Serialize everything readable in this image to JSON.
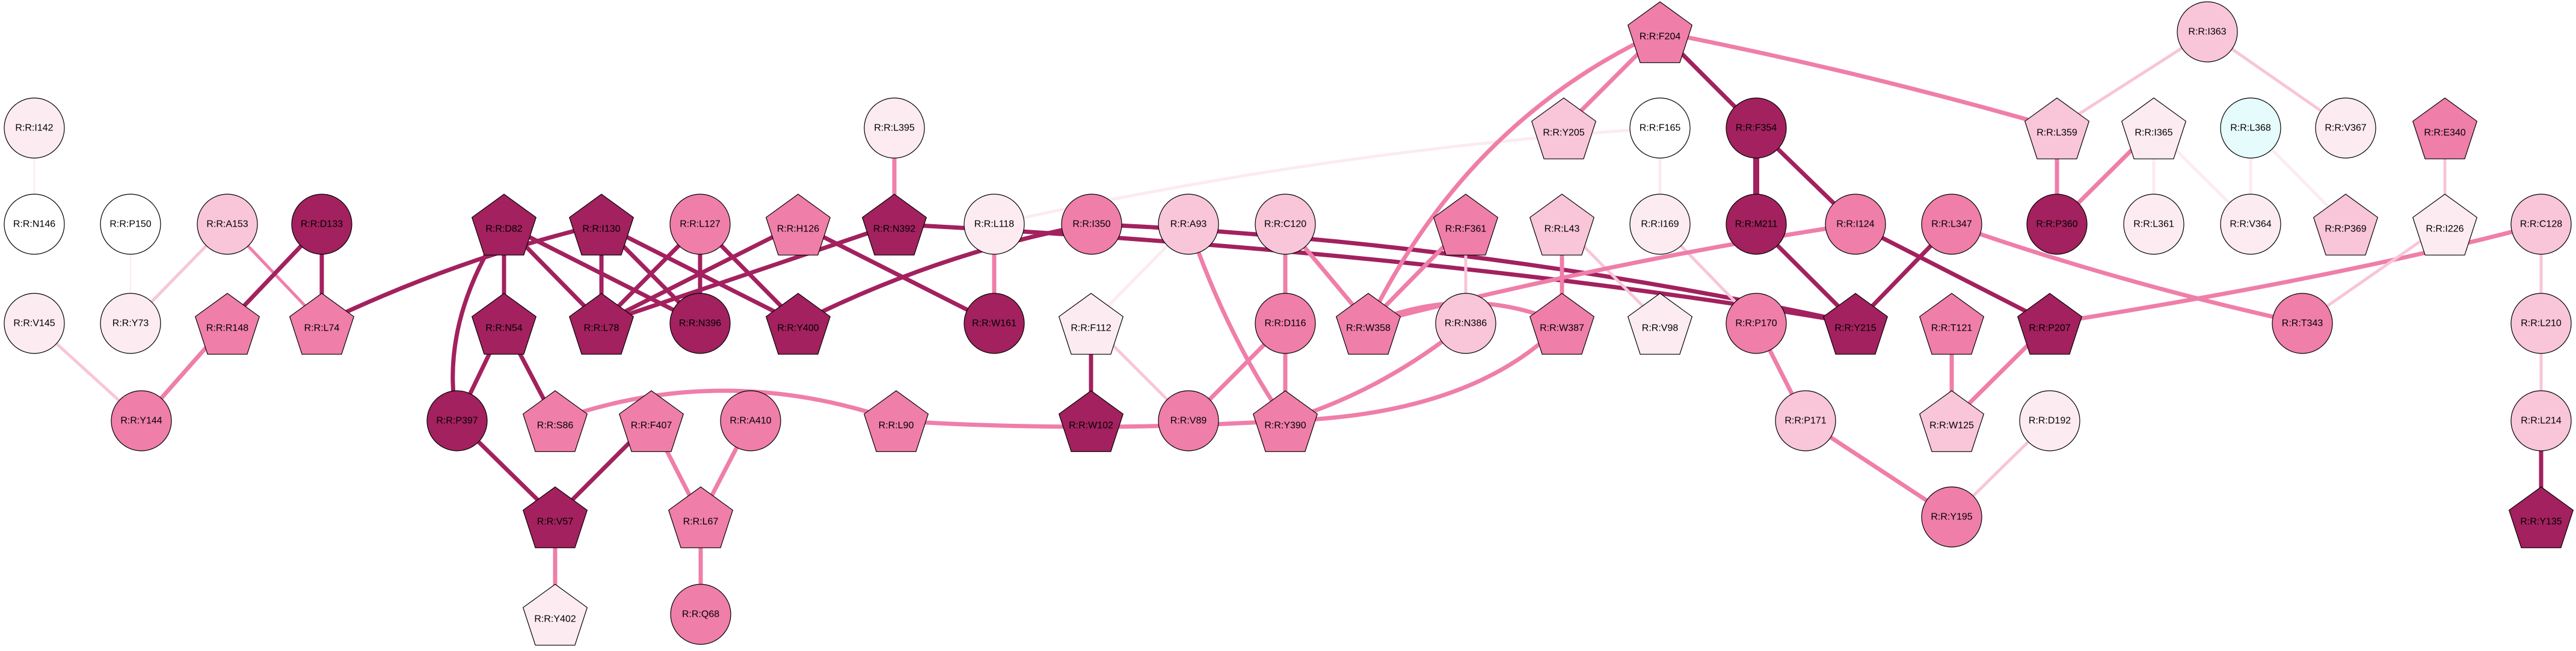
{
  "colors": {
    "dark": "#a2215e",
    "medium": "#ef7ea9",
    "light": "#f8c5d9",
    "pale": "#fcebf1",
    "white": "#ffffff",
    "cyan": "#e6fbfb"
  },
  "nodes": [
    {
      "id": "I142",
      "label": "R:R:I142",
      "shape": "circle",
      "color": "pale"
    },
    {
      "id": "N146",
      "label": "R:R:N146",
      "shape": "circle",
      "color": "white"
    },
    {
      "id": "V145",
      "label": "R:R:V145",
      "shape": "circle",
      "color": "pale"
    },
    {
      "id": "Y144",
      "label": "R:R:Y144",
      "shape": "circle",
      "color": "medium"
    },
    {
      "id": "P150",
      "label": "R:R:P150",
      "shape": "circle",
      "color": "white"
    },
    {
      "id": "Y73",
      "label": "R:R:Y73",
      "shape": "circle",
      "color": "pale"
    },
    {
      "id": "A153",
      "label": "R:R:A153",
      "shape": "circle",
      "color": "light"
    },
    {
      "id": "D133",
      "label": "R:R:D133",
      "shape": "circle",
      "color": "dark"
    },
    {
      "id": "R148",
      "label": "R:R:R148",
      "shape": "pentagon",
      "color": "medium"
    },
    {
      "id": "L74",
      "label": "R:R:L74",
      "shape": "pentagon",
      "color": "medium"
    },
    {
      "id": "D82",
      "label": "R:R:D82",
      "shape": "pentagon",
      "color": "dark"
    },
    {
      "id": "I130",
      "label": "R:R:I130",
      "shape": "pentagon",
      "color": "dark"
    },
    {
      "id": "L127",
      "label": "R:R:L127",
      "shape": "circle",
      "color": "medium"
    },
    {
      "id": "H126",
      "label": "R:R:H126",
      "shape": "pentagon",
      "color": "medium"
    },
    {
      "id": "N54",
      "label": "R:R:N54",
      "shape": "pentagon",
      "color": "dark"
    },
    {
      "id": "L78",
      "label": "R:R:L78",
      "shape": "pentagon",
      "color": "dark"
    },
    {
      "id": "N396",
      "label": "R:R:N396",
      "shape": "circle",
      "color": "dark"
    },
    {
      "id": "Y400",
      "label": "R:R:Y400",
      "shape": "pentagon",
      "color": "dark"
    },
    {
      "id": "P397",
      "label": "R:R:P397",
      "shape": "circle",
      "color": "dark"
    },
    {
      "id": "S86",
      "label": "R:R:S86",
      "shape": "pentagon",
      "color": "medium"
    },
    {
      "id": "F407",
      "label": "R:R:F407",
      "shape": "pentagon",
      "color": "medium"
    },
    {
      "id": "A410",
      "label": "R:R:A410",
      "shape": "circle",
      "color": "medium"
    },
    {
      "id": "V57",
      "label": "R:R:V57",
      "shape": "pentagon",
      "color": "dark"
    },
    {
      "id": "L67",
      "label": "R:R:L67",
      "shape": "pentagon",
      "color": "medium"
    },
    {
      "id": "Y402",
      "label": "R:R:Y402",
      "shape": "pentagon",
      "color": "pale"
    },
    {
      "id": "Q68",
      "label": "R:R:Q68",
      "shape": "circle",
      "color": "medium"
    },
    {
      "id": "L395",
      "label": "R:R:L395",
      "shape": "circle",
      "color": "pale"
    },
    {
      "id": "N392",
      "label": "R:R:N392",
      "shape": "pentagon",
      "color": "dark"
    },
    {
      "id": "L118",
      "label": "R:R:L118",
      "shape": "circle",
      "color": "pale"
    },
    {
      "id": "I350",
      "label": "R:R:I350",
      "shape": "circle",
      "color": "medium"
    },
    {
      "id": "W161",
      "label": "R:R:W161",
      "shape": "circle",
      "color": "dark"
    },
    {
      "id": "L90",
      "label": "R:R:L90",
      "shape": "pentagon",
      "color": "medium"
    },
    {
      "id": "A93",
      "label": "R:R:A93",
      "shape": "circle",
      "color": "light"
    },
    {
      "id": "F112",
      "label": "R:R:F112",
      "shape": "pentagon",
      "color": "pale"
    },
    {
      "id": "W102",
      "label": "R:R:W102",
      "shape": "pentagon",
      "color": "dark"
    },
    {
      "id": "V89",
      "label": "R:R:V89",
      "shape": "circle",
      "color": "medium"
    },
    {
      "id": "C120",
      "label": "R:R:C120",
      "shape": "circle",
      "color": "light"
    },
    {
      "id": "D116",
      "label": "R:R:D116",
      "shape": "circle",
      "color": "medium"
    },
    {
      "id": "Y390",
      "label": "R:R:Y390",
      "shape": "pentagon",
      "color": "medium"
    },
    {
      "id": "F361",
      "label": "R:R:F361",
      "shape": "pentagon",
      "color": "medium"
    },
    {
      "id": "W358",
      "label": "R:R:W358",
      "shape": "pentagon",
      "color": "medium"
    },
    {
      "id": "N386",
      "label": "R:R:N386",
      "shape": "circle",
      "color": "light"
    },
    {
      "id": "L43",
      "label": "R:R:L43",
      "shape": "pentagon",
      "color": "light"
    },
    {
      "id": "W387",
      "label": "R:R:W387",
      "shape": "pentagon",
      "color": "medium"
    },
    {
      "id": "V98",
      "label": "R:R:V98",
      "shape": "pentagon",
      "color": "pale"
    },
    {
      "id": "F204",
      "label": "R:R:F204",
      "shape": "pentagon",
      "color": "medium"
    },
    {
      "id": "Y205",
      "label": "R:R:Y205",
      "shape": "pentagon",
      "color": "light"
    },
    {
      "id": "F165",
      "label": "R:R:F165",
      "shape": "circle",
      "color": "white"
    },
    {
      "id": "I169",
      "label": "R:R:I169",
      "shape": "circle",
      "color": "pale"
    },
    {
      "id": "F354",
      "label": "R:R:F354",
      "shape": "circle",
      "color": "dark"
    },
    {
      "id": "M211",
      "label": "R:R:M211",
      "shape": "circle",
      "color": "dark"
    },
    {
      "id": "I124",
      "label": "R:R:I124",
      "shape": "circle",
      "color": "medium"
    },
    {
      "id": "L347",
      "label": "R:R:L347",
      "shape": "circle",
      "color": "medium"
    },
    {
      "id": "P170",
      "label": "R:R:P170",
      "shape": "circle",
      "color": "medium"
    },
    {
      "id": "P171",
      "label": "R:R:P171",
      "shape": "circle",
      "color": "light"
    },
    {
      "id": "Y215",
      "label": "R:R:Y215",
      "shape": "pentagon",
      "color": "dark"
    },
    {
      "id": "T121",
      "label": "R:R:T121",
      "shape": "pentagon",
      "color": "medium"
    },
    {
      "id": "W125",
      "label": "R:R:W125",
      "shape": "pentagon",
      "color": "light"
    },
    {
      "id": "P207",
      "label": "R:R:P207",
      "shape": "pentagon",
      "color": "dark"
    },
    {
      "id": "D192",
      "label": "R:R:D192",
      "shape": "circle",
      "color": "pale"
    },
    {
      "id": "Y195",
      "label": "R:R:Y195",
      "shape": "circle",
      "color": "medium"
    },
    {
      "id": "I363",
      "label": "R:R:I363",
      "shape": "circle",
      "color": "light"
    },
    {
      "id": "L359",
      "label": "R:R:L359",
      "shape": "pentagon",
      "color": "light"
    },
    {
      "id": "P360",
      "label": "R:R:P360",
      "shape": "circle",
      "color": "dark"
    },
    {
      "id": "I365",
      "label": "R:R:I365",
      "shape": "pentagon",
      "color": "pale"
    },
    {
      "id": "L361",
      "label": "R:R:L361",
      "shape": "circle",
      "color": "pale"
    },
    {
      "id": "L368",
      "label": "R:R:L368",
      "shape": "circle",
      "color": "cyan"
    },
    {
      "id": "V364",
      "label": "R:R:V364",
      "shape": "circle",
      "color": "pale"
    },
    {
      "id": "P369",
      "label": "R:R:P369",
      "shape": "pentagon",
      "color": "light"
    },
    {
      "id": "V367",
      "label": "R:R:V367",
      "shape": "circle",
      "color": "pale"
    },
    {
      "id": "T343",
      "label": "R:R:T343",
      "shape": "circle",
      "color": "medium"
    },
    {
      "id": "E340",
      "label": "R:R:E340",
      "shape": "pentagon",
      "color": "medium"
    },
    {
      "id": "I226",
      "label": "R:R:I226",
      "shape": "pentagon",
      "color": "pale"
    },
    {
      "id": "C128",
      "label": "R:R:C128",
      "shape": "circle",
      "color": "light"
    },
    {
      "id": "L210",
      "label": "R:R:L210",
      "shape": "circle",
      "color": "light"
    },
    {
      "id": "L214",
      "label": "R:R:L214",
      "shape": "circle",
      "color": "light"
    },
    {
      "id": "Y135",
      "label": "R:R:Y135",
      "shape": "pentagon",
      "color": "dark"
    }
  ],
  "edges": [
    {
      "source": "I142",
      "target": "N146",
      "color": "pale",
      "weight": 1
    },
    {
      "source": "V145",
      "target": "Y144",
      "color": "light",
      "weight": 2
    },
    {
      "source": "P150",
      "target": "Y73",
      "color": "pale",
      "weight": 1
    },
    {
      "source": "A153",
      "target": "Y73",
      "color": "light",
      "weight": 2
    },
    {
      "source": "A153",
      "target": "L74",
      "color": "medium",
      "weight": 2
    },
    {
      "source": "D133",
      "target": "R148",
      "color": "dark",
      "weight": 3
    },
    {
      "source": "D133",
      "target": "L74",
      "color": "dark",
      "weight": 3
    },
    {
      "source": "R148",
      "target": "Y144",
      "color": "medium",
      "weight": 3
    },
    {
      "source": "L74",
      "target": "I130",
      "color": "dark",
      "weight": 3
    },
    {
      "source": "D82",
      "target": "N54",
      "color": "dark",
      "weight": 3
    },
    {
      "source": "D82",
      "target": "L78",
      "color": "dark",
      "weight": 3
    },
    {
      "source": "D82",
      "target": "N396",
      "color": "dark",
      "weight": 3
    },
    {
      "source": "D82",
      "target": "P397",
      "color": "dark",
      "weight": 3
    },
    {
      "source": "I130",
      "target": "L78",
      "color": "dark",
      "weight": 3
    },
    {
      "source": "I130",
      "target": "N396",
      "color": "dark",
      "weight": 3
    },
    {
      "source": "I130",
      "target": "Y400",
      "color": "dark",
      "weight": 3
    },
    {
      "source": "L127",
      "target": "L78",
      "color": "dark",
      "weight": 3
    },
    {
      "source": "L127",
      "target": "N396",
      "color": "dark",
      "weight": 3
    },
    {
      "source": "L127",
      "target": "Y400",
      "color": "dark",
      "weight": 3
    },
    {
      "source": "H126",
      "target": "L78",
      "color": "dark",
      "weight": 3
    },
    {
      "source": "H126",
      "target": "W161",
      "color": "dark",
      "weight": 3
    },
    {
      "source": "N54",
      "target": "P397",
      "color": "dark",
      "weight": 3
    },
    {
      "source": "N54",
      "target": "S86",
      "color": "dark",
      "weight": 3
    },
    {
      "source": "P397",
      "target": "V57",
      "color": "dark",
      "weight": 3
    },
    {
      "source": "F407",
      "target": "V57",
      "color": "dark",
      "weight": 3
    },
    {
      "source": "F407",
      "target": "L67",
      "color": "medium",
      "weight": 3
    },
    {
      "source": "A410",
      "target": "L67",
      "color": "medium",
      "weight": 3
    },
    {
      "source": "V57",
      "target": "Y402",
      "color": "medium",
      "weight": 3
    },
    {
      "source": "L67",
      "target": "Q68",
      "color": "medium",
      "weight": 3
    },
    {
      "source": "L395",
      "target": "N392",
      "color": "medium",
      "weight": 3
    },
    {
      "source": "N392",
      "target": "L78",
      "color": "dark",
      "weight": 3
    },
    {
      "source": "N392",
      "target": "Y215",
      "color": "dark",
      "weight": 3
    },
    {
      "source": "I350",
      "target": "Y400",
      "color": "dark",
      "weight": 3
    },
    {
      "source": "I350",
      "target": "Y215",
      "color": "dark",
      "weight": 3
    },
    {
      "source": "L118",
      "target": "W161",
      "color": "medium",
      "weight": 3
    },
    {
      "source": "L118",
      "target": "F165",
      "color": "pale",
      "weight": 2
    },
    {
      "source": "L90",
      "target": "S86",
      "color": "medium",
      "weight": 3
    },
    {
      "source": "L90",
      "target": "Y390",
      "color": "medium",
      "weight": 3
    },
    {
      "source": "A93",
      "target": "F112",
      "color": "pale",
      "weight": 2
    },
    {
      "source": "A93",
      "target": "Y390",
      "color": "medium",
      "weight": 3
    },
    {
      "source": "F112",
      "target": "W102",
      "color": "dark",
      "weight": 3
    },
    {
      "source": "F112",
      "target": "V89",
      "color": "light",
      "weight": 2
    },
    {
      "source": "C120",
      "target": "D116",
      "color": "medium",
      "weight": 3
    },
    {
      "source": "C120",
      "target": "W358",
      "color": "medium",
      "weight": 3
    },
    {
      "source": "D116",
      "target": "V89",
      "color": "medium",
      "weight": 3
    },
    {
      "source": "D116",
      "target": "Y390",
      "color": "medium",
      "weight": 3
    },
    {
      "source": "F361",
      "target": "W358",
      "color": "medium",
      "weight": 3
    },
    {
      "source": "F361",
      "target": "N386",
      "color": "light",
      "weight": 2
    },
    {
      "source": "N386",
      "target": "Y390",
      "color": "medium",
      "weight": 3
    },
    {
      "source": "L43",
      "target": "W387",
      "color": "medium",
      "weight": 3
    },
    {
      "source": "L43",
      "target": "V98",
      "color": "light",
      "weight": 2
    },
    {
      "source": "W387",
      "target": "Y390",
      "color": "medium",
      "weight": 3
    },
    {
      "source": "W387",
      "target": "W358",
      "color": "medium",
      "weight": 3
    },
    {
      "source": "F204",
      "target": "Y205",
      "color": "medium",
      "weight": 3
    },
    {
      "source": "F204",
      "target": "F354",
      "color": "dark",
      "weight": 3
    },
    {
      "source": "F204",
      "target": "L359",
      "color": "medium",
      "weight": 3
    },
    {
      "source": "F204",
      "target": "W358",
      "color": "medium",
      "weight": 3
    },
    {
      "source": "F165",
      "target": "I169",
      "color": "pale",
      "weight": 2
    },
    {
      "source": "I169",
      "target": "P170",
      "color": "light",
      "weight": 2
    },
    {
      "source": "F354",
      "target": "M211",
      "color": "dark",
      "weight": 4
    },
    {
      "source": "F354",
      "target": "I124",
      "color": "dark",
      "weight": 3
    },
    {
      "source": "M211",
      "target": "Y215",
      "color": "dark",
      "weight": 3
    },
    {
      "source": "I124",
      "target": "W358",
      "color": "medium",
      "weight": 3
    },
    {
      "source": "I124",
      "target": "P207",
      "color": "dark",
      "weight": 3
    },
    {
      "source": "L347",
      "target": "Y215",
      "color": "dark",
      "weight": 3
    },
    {
      "source": "L347",
      "target": "T343",
      "color": "medium",
      "weight": 3
    },
    {
      "source": "P170",
      "target": "P171",
      "color": "medium",
      "weight": 3
    },
    {
      "source": "P171",
      "target": "Y195",
      "color": "medium",
      "weight": 3
    },
    {
      "source": "T121",
      "target": "W125",
      "color": "medium",
      "weight": 3
    },
    {
      "source": "P207",
      "target": "W125",
      "color": "medium",
      "weight": 3
    },
    {
      "source": "C128",
      "target": "P207",
      "color": "medium",
      "weight": 3
    },
    {
      "source": "D192",
      "target": "Y195",
      "color": "light",
      "weight": 2
    },
    {
      "source": "I363",
      "target": "L359",
      "color": "light",
      "weight": 2
    },
    {
      "source": "I363",
      "target": "V367",
      "color": "light",
      "weight": 2
    },
    {
      "source": "L359",
      "target": "P360",
      "color": "medium",
      "weight": 3
    },
    {
      "source": "I365",
      "target": "P360",
      "color": "medium",
      "weight": 3
    },
    {
      "source": "I365",
      "target": "L361",
      "color": "pale",
      "weight": 2
    },
    {
      "source": "I365",
      "target": "V364",
      "color": "pale",
      "weight": 2
    },
    {
      "source": "L368",
      "target": "V364",
      "color": "pale",
      "weight": 2
    },
    {
      "source": "L368",
      "target": "P369",
      "color": "pale",
      "weight": 2
    },
    {
      "source": "E340",
      "target": "I226",
      "color": "light",
      "weight": 2
    },
    {
      "source": "I226",
      "target": "T343",
      "color": "light",
      "weight": 2
    },
    {
      "source": "C128",
      "target": "L210",
      "color": "light",
      "weight": 2
    },
    {
      "source": "L210",
      "target": "L214",
      "color": "light",
      "weight": 2
    },
    {
      "source": "L214",
      "target": "Y135",
      "color": "dark",
      "weight": 3
    }
  ]
}
